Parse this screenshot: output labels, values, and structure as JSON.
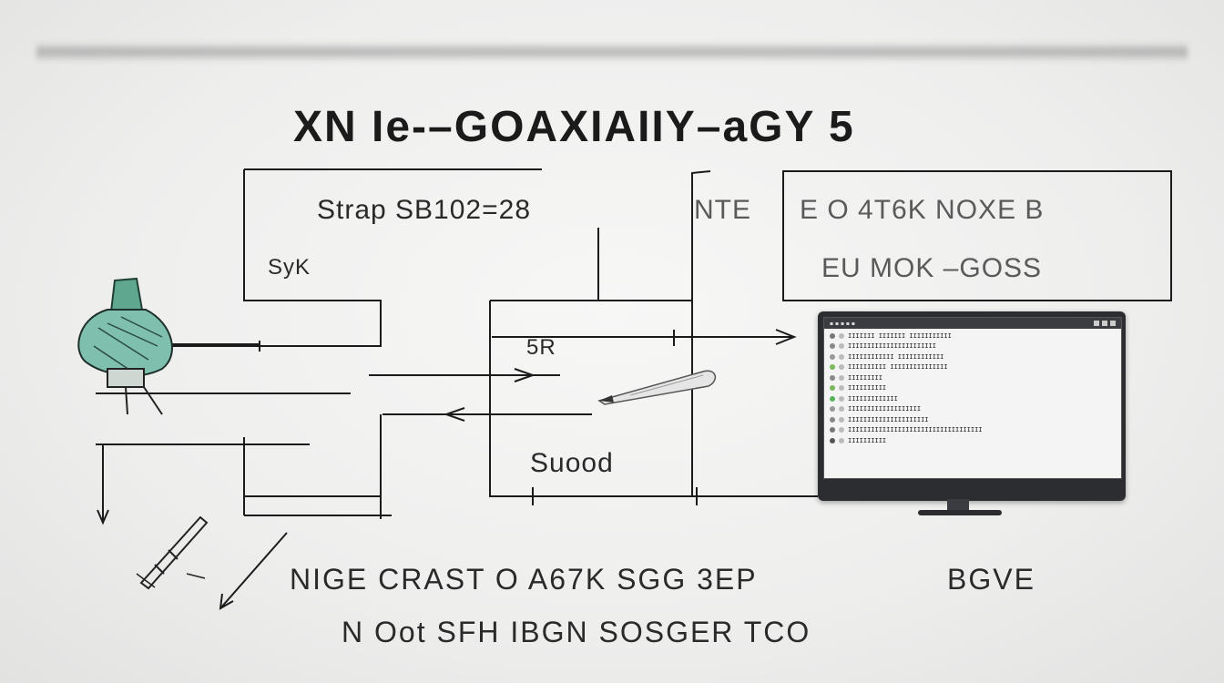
{
  "title": "XN Ie-–GOAXIAIIY–aGY 5",
  "box_left": {
    "line1": "Strap SB102=28",
    "line2": "SyK"
  },
  "box_right": {
    "line1": "E O 4T6K NOXE B",
    "line2": "EU MOK –GOSS"
  },
  "center_labels": {
    "mid_left": "NTE",
    "arrow_label": "5R",
    "process_box": "Suood"
  },
  "bottom_text": {
    "line1_a": "NIGE CRAST O A67K SGG 3EP",
    "line1_b": "BGVE",
    "line2": "N Oot SFH IBGN SOSGER TCO"
  },
  "monitor": {
    "titlebar_text": "▪ ▪ ▪ ▪ ▪",
    "rows": [
      {
        "color": "#777777",
        "text": "IIIIIII IIIIIII IIIIIIIIIII"
      },
      {
        "color": "#888888",
        "text": "IIIIIIIIIIIIIIIIIIIIIII"
      },
      {
        "color": "#999999",
        "text": "IIIIIIIIIIII IIIIIIIIIIII"
      },
      {
        "color": "#79b95a",
        "text": "IIIIIIIIII IIIIIIIIIIIIIII"
      },
      {
        "color": "#888888",
        "text": "IIIIIIIII"
      },
      {
        "color": "#79b95a",
        "text": "IIIIIIIIII"
      },
      {
        "color": "#57b35a",
        "text": "IIIIIIIIIIIII"
      },
      {
        "color": "#999999",
        "text": "IIIIIIIIIIIIIIIIIII"
      },
      {
        "color": "#888888",
        "text": "IIIIIIIIIIIIIIIIIIIII"
      },
      {
        "color": "#777777",
        "text": "IIIIIIIIIIIIIIIIIIIIIIIIIIIIIIIIIII"
      },
      {
        "color": "#555555",
        "text": "IIIIIIIIII"
      }
    ]
  },
  "icons": {
    "figure": "head-sketch-icon",
    "pen": "pen-icon",
    "stylus": "stylus-icon",
    "monitor": "monitor-icon"
  },
  "colors": {
    "accent": "#5fa88f",
    "ink": "#1b1b1b",
    "bg": "#eeeeed"
  }
}
